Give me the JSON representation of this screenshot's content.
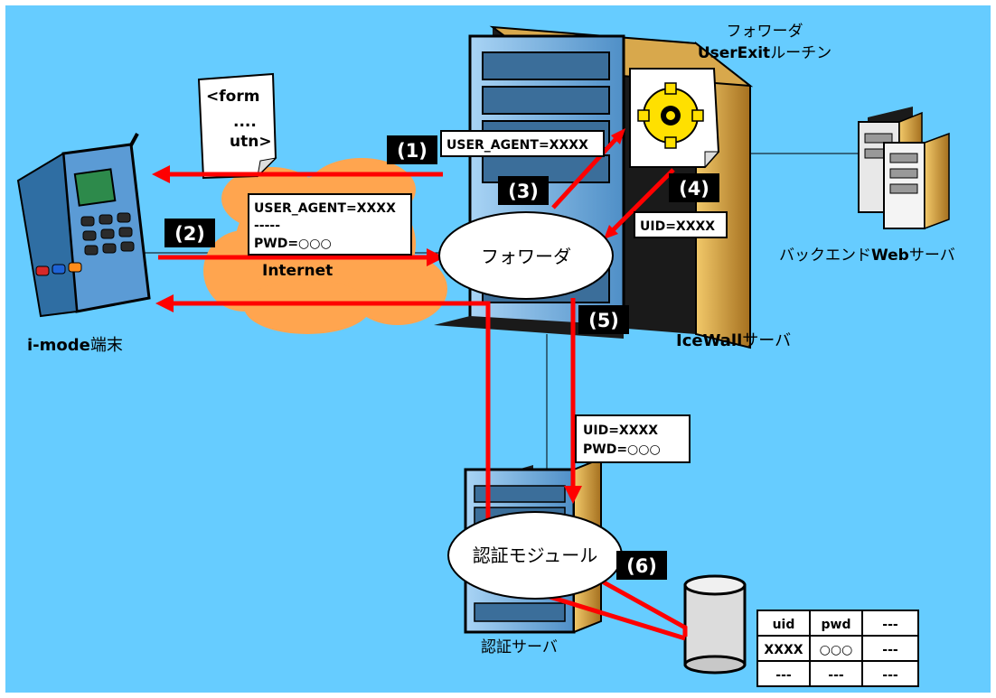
{
  "labels": {
    "forwarder_userexit_line1": "フォワーダ",
    "forwarder_userexit_line2_a": "UserExit",
    "forwarder_userexit_line2_b": "ルーチン",
    "forwarder": "フォワーダ",
    "icewall_a": "IceWall",
    "icewall_b": "サーバ",
    "backend_a": "バックエンド",
    "backend_b": "Web",
    "backend_c": "サーバ",
    "imode_a": "i-mode",
    "imode_b": "端末",
    "internet": "Internet",
    "auth_module": "認証モジュール",
    "auth_server": "認証サーバ"
  },
  "form_doc": {
    "line1": "<form",
    "line2": "....",
    "line3": "utn>"
  },
  "boxes": {
    "user_agent_top": "USER_AGENT=XXXX",
    "request_line1": "USER_AGENT=XXXX",
    "request_line2": "-----",
    "request_line3": "PWD=○○○",
    "uid_return": "UID=XXXX",
    "auth_line1": "UID=XXXX",
    "auth_line2": "PWD=○○○"
  },
  "steps": {
    "s1": "(1)",
    "s2": "(2)",
    "s3": "(3)",
    "s4": "(4)",
    "s5": "(5)",
    "s6": "(6)"
  },
  "db_table": {
    "headers": [
      "uid",
      "pwd",
      "---"
    ],
    "rows": [
      [
        "XXXX",
        "○○○",
        "---"
      ],
      [
        "---",
        "---",
        "---"
      ]
    ]
  },
  "colors": {
    "background": "#66ccff",
    "arrow": "#ff0000",
    "cloud": "#ffa54f",
    "server_gold": "#c8963c",
    "server_blue": "#6fa8dc"
  }
}
